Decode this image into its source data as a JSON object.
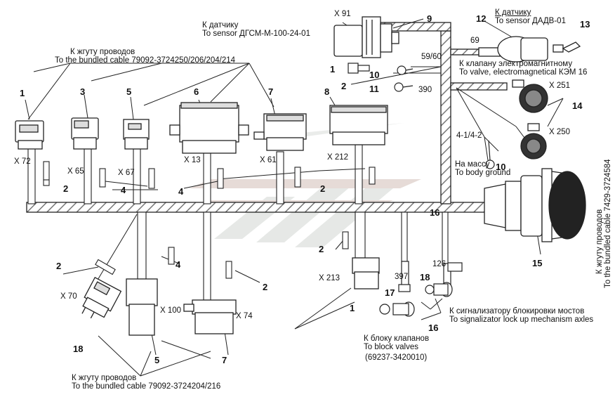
{
  "labels": {
    "sensor_dgsm_ru": "К датчику",
    "sensor_dgsm_en": "To sensor ДГСМ-М-100-24-01",
    "sensor_dadv_ru": "К датчику",
    "sensor_dadv_en": "To sensor ДАДВ-01",
    "cable_top_ru": "К жгуту проводов",
    "cable_top_en": "To the bundled cable 79092-3724250/206/204/214",
    "valve_ru": "К клапану электромагнитному",
    "valve_en": "To valve, electromagnetical КЭМ 16",
    "ground_ru": "На массу",
    "ground_en": "To body ground",
    "cable_right_ru": "К жгуту проводов",
    "cable_right_en": "To the bundled cable 7429-3724584",
    "signal_ru": "К сигнализатору блокировки мостов",
    "signal_en": "To signalizator lock up mechanism axles",
    "block_ru": "К блоку клапанов",
    "block_en": "To block valves",
    "block_code": "(69237-3420010)",
    "cable_bottom_ru": "К жгуту проводов",
    "cable_bottom_en": "To the bundled cable 79092-3724204/216"
  },
  "connectors": {
    "x91": "X 91",
    "x72": "X 72",
    "x65": "X 65",
    "x67": "X 67",
    "x13": "X 13",
    "x61": "X 61",
    "x212": "X 212",
    "x251": "X 251",
    "x250": "X 250",
    "x70": "X 70",
    "x100": "X 100",
    "x74": "X 74",
    "x213": "X 213"
  },
  "values": {
    "v69": "69",
    "v5960": "59/60",
    "v390": "390",
    "v412": "4-1/4-2",
    "v397": "397",
    "v126": "126"
  },
  "callouts": {
    "n9": "9",
    "n12": "12",
    "n13": "13",
    "n1a": "1",
    "n2a": "2",
    "n10a": "10",
    "n11": "11",
    "n14": "14",
    "n1b": "1",
    "n3": "3",
    "n5a": "5",
    "n6": "6",
    "n7a": "7",
    "n8": "8",
    "n2b": "2",
    "n4a": "4",
    "n4b": "4",
    "n2c": "2",
    "n10b": "10",
    "n15": "15",
    "n2d": "2",
    "n4c": "4",
    "n2e": "2",
    "n2f": "2",
    "n1c": "1",
    "n18a": "18",
    "n17": "17",
    "n16a": "16",
    "n16b": "16",
    "n18b": "18",
    "n5b": "5",
    "n7b": "7"
  }
}
